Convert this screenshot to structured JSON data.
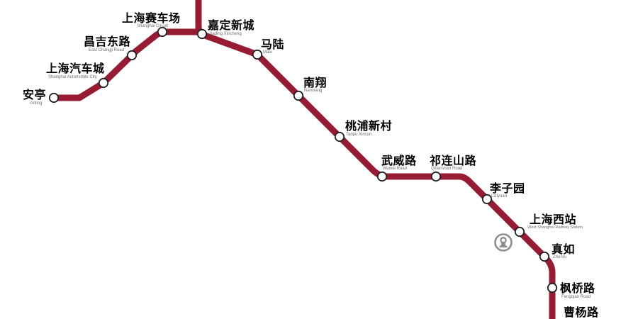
{
  "map": {
    "name": "metro-line-map",
    "theme": {
      "line": "#971b33",
      "ring": "#1f1f1f",
      "label": "#000000",
      "sublabel": "#6e6e6e",
      "logo": "#8d8d8d"
    }
  },
  "stations": [
    {
      "zh": "安亭",
      "en": "Anting"
    },
    {
      "zh": "上海汽车城",
      "en": "Shanghai Automobile City"
    },
    {
      "zh": "昌吉东路",
      "en": "East Changji Road"
    },
    {
      "zh": "上海赛车场",
      "en": "Shanghai Circuit"
    },
    {
      "zh": "嘉定新城",
      "en": "Jiading Xincheng"
    },
    {
      "zh": "马陆",
      "en": "Malu"
    },
    {
      "zh": "南翔",
      "en": "Nanxiang"
    },
    {
      "zh": "桃浦新村",
      "en": "Taopu Xincun"
    },
    {
      "zh": "武威路",
      "en": "Wuwei Road"
    },
    {
      "zh": "祁连山路",
      "en": "Qilianshan Road"
    },
    {
      "zh": "李子园",
      "en": "Liziyuan"
    },
    {
      "zh": "上海西站",
      "en": "West Shanghai Railway Station"
    },
    {
      "zh": "真如",
      "en": "Zhenru"
    },
    {
      "zh": "枫桥路",
      "en": "Fengqiao Road"
    },
    {
      "zh": "曹杨路",
      "en": ""
    }
  ],
  "icons": {
    "railway_logo": "china-railway-logo"
  }
}
